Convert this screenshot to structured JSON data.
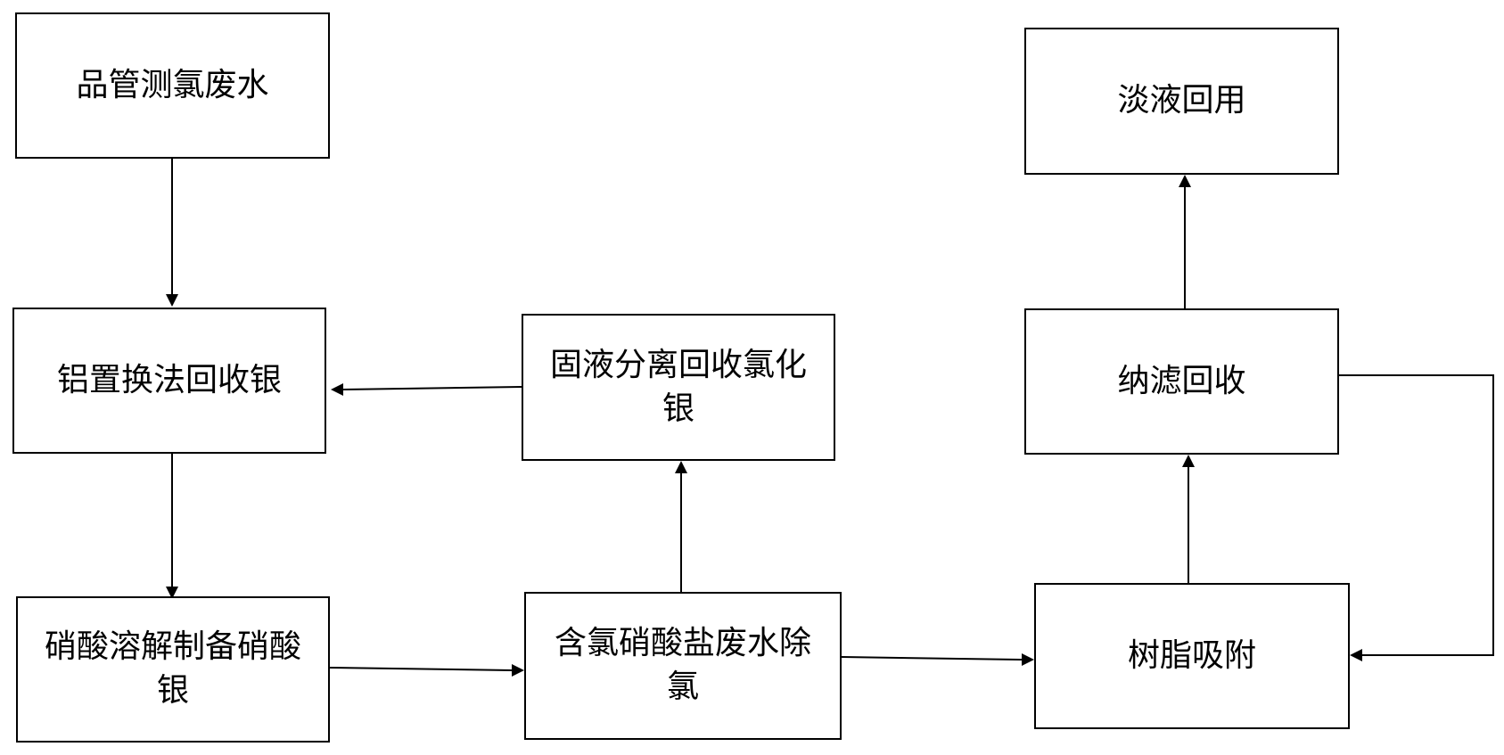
{
  "nodes": {
    "wastewater": {
      "label": "品管测氯废水"
    },
    "aluminum_replacement": {
      "label": "铝置换法回收银"
    },
    "nitric_dissolution": {
      "label": "硝酸溶解制备硝酸银"
    },
    "chloride_removal": {
      "label": "含氯硝酸盐废水除氯"
    },
    "agcl_recovery": {
      "label": "固液分离回收氯化银"
    },
    "resin_adsorption": {
      "label": "树脂吸附"
    },
    "nanofiltration": {
      "label": "纳滤回收"
    },
    "dilute_reuse": {
      "label": "淡液回用"
    }
  },
  "edges": [
    {
      "from": "wastewater",
      "to": "aluminum_replacement"
    },
    {
      "from": "aluminum_replacement",
      "to": "nitric_dissolution"
    },
    {
      "from": "nitric_dissolution",
      "to": "chloride_removal"
    },
    {
      "from": "chloride_removal",
      "to": "agcl_recovery"
    },
    {
      "from": "agcl_recovery",
      "to": "aluminum_replacement"
    },
    {
      "from": "chloride_removal",
      "to": "resin_adsorption"
    },
    {
      "from": "resin_adsorption",
      "to": "nanofiltration"
    },
    {
      "from": "nanofiltration",
      "to": "dilute_reuse"
    },
    {
      "from": "nanofiltration",
      "to": "resin_adsorption"
    }
  ]
}
